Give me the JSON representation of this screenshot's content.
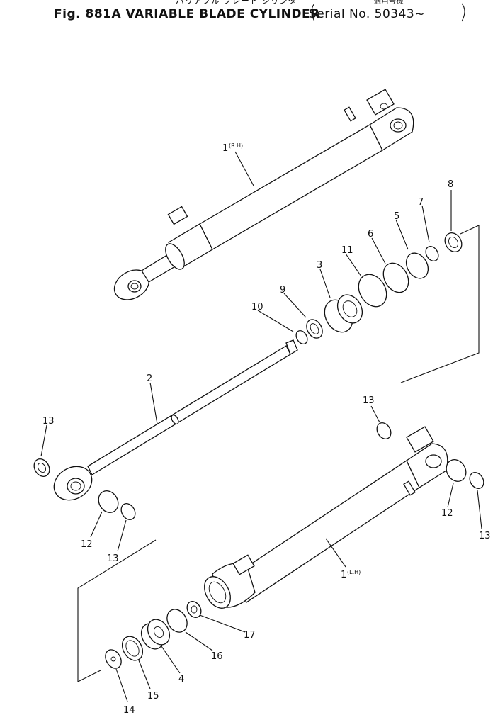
{
  "figure": {
    "title_jp": "バリアブル ブレード シリンダ",
    "serial_jp": "適用号機",
    "title": "Fig. 881A VARIABLE BLADE CYLINDER",
    "serial": "Serial No. 50343~"
  },
  "callouts": {
    "c1_rh": "1",
    "c1_rh_sub": "(R.H)",
    "c1_lh": "1",
    "c1_lh_sub": "(L.H)",
    "c2": "2",
    "c3": "3",
    "c4": "4",
    "c5": "5",
    "c6": "6",
    "c7": "7",
    "c8": "8",
    "c9": "9",
    "c10": "10",
    "c11": "11",
    "c12a": "12",
    "c12b": "12",
    "c13a": "13",
    "c13b": "13",
    "c13c": "13",
    "c13d": "13",
    "c14": "14",
    "c15": "15",
    "c16": "16",
    "c17": "17"
  }
}
